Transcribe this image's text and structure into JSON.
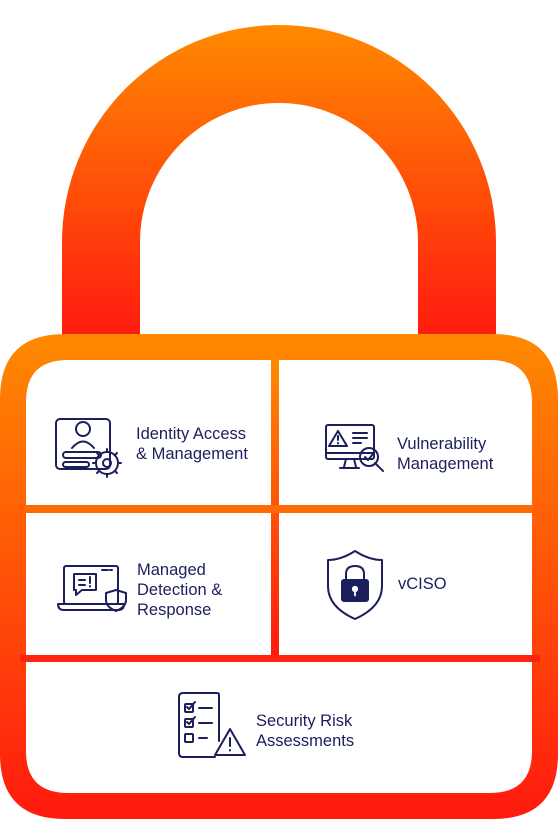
{
  "colors": {
    "gradient_top": "#ff8a00",
    "gradient_bottom": "#ff1a0f",
    "navy": "#1b1f5c"
  },
  "services": {
    "identity": {
      "label": "Identity Access\n& Management",
      "icon": "id-card-gear-icon"
    },
    "vulnerability": {
      "label": "Vulnerability\nManagement",
      "icon": "monitor-warning-magnifier-icon"
    },
    "mdr": {
      "label": "Managed\nDetection &\nResponse",
      "icon": "laptop-alert-shield-icon"
    },
    "vciso": {
      "label": "vCISO",
      "icon": "shield-lock-icon"
    },
    "risk": {
      "label": "Security Risk\nAssessments",
      "icon": "checklist-warning-icon"
    }
  }
}
